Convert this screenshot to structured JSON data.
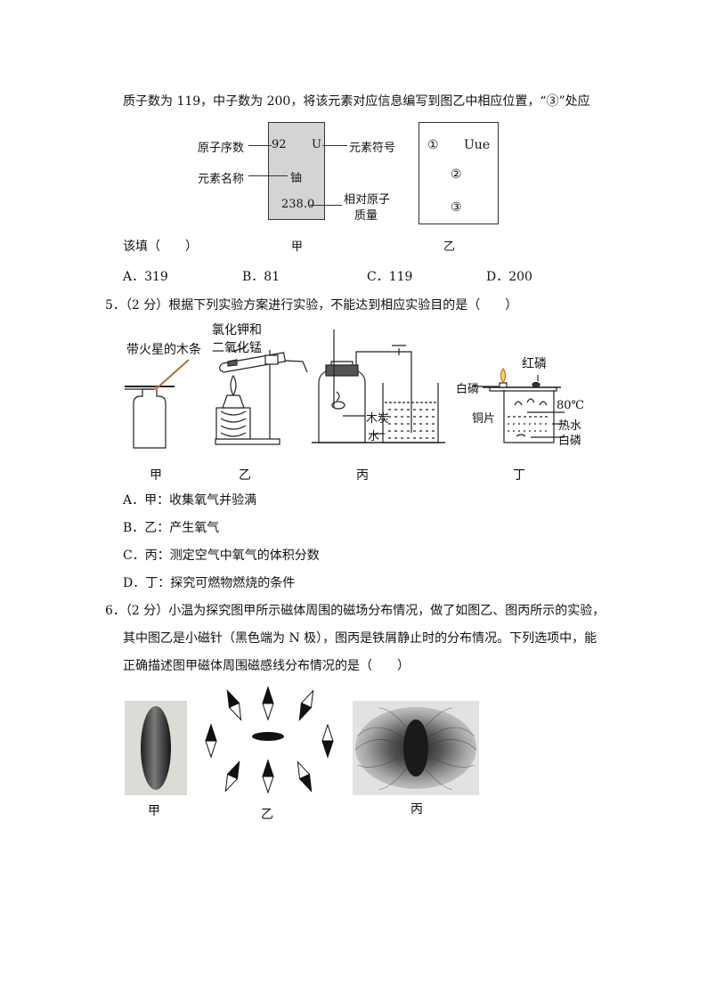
{
  "q4": {
    "stem_line1": "质子数为 119，中子数为 200，将该元素对应信息编写到图乙中相应位置，“③”处应",
    "stem_line2": "该填（　　）",
    "jia": {
      "atomic_no_label": "原子序数",
      "atomic_no": "92",
      "symbol": "U",
      "symbol_label": "元素符号",
      "name_label": "元素名称",
      "name": "铀",
      "mass": "238.0",
      "mass_label_1": "相对原子",
      "mass_label_2": "质量",
      "caption": "甲"
    },
    "yi": {
      "c1": "①",
      "sym": "Uue",
      "c2": "②",
      "c3": "③",
      "caption": "乙"
    },
    "options": [
      "A．319",
      "B．81",
      "C．119",
      "D．200"
    ]
  },
  "q5": {
    "stem": "5．（2 分）根据下列实验方案进行实验，不能达到相应实验目的是（　　）",
    "labels": {
      "stick": "带火星的木条",
      "kclo3": "氯化钾和",
      "mno2": "二氧化锰",
      "charcoal": "木炭",
      "water": "水",
      "red_p": "红磷",
      "white_p_top": "白磷",
      "temp": "80℃",
      "copper": "铜片",
      "hot_water": "热水",
      "white_p_bottom": "白磷"
    },
    "captions": [
      "甲",
      "乙",
      "丙",
      "丁"
    ],
    "options": [
      "A．甲：收集氧气并验满",
      "B．乙：产生氧气",
      "C．丙：测定空气中氧气的体积分数",
      "D．丁：探究可燃物燃烧的条件"
    ]
  },
  "q6": {
    "stem_1": "6．（2 分）小温为探究图甲所示磁体周围的磁场分布情况，做了如图乙、图丙所示的实验，",
    "stem_2": "其中图乙是小磁针（黑色端为 N 极），图丙是铁屑静止时的分布情况。下列选项中，能",
    "stem_3": "正确描述图甲磁体周围磁感线分布情况的是（　　）",
    "captions": [
      "甲",
      "乙",
      "丙"
    ]
  }
}
